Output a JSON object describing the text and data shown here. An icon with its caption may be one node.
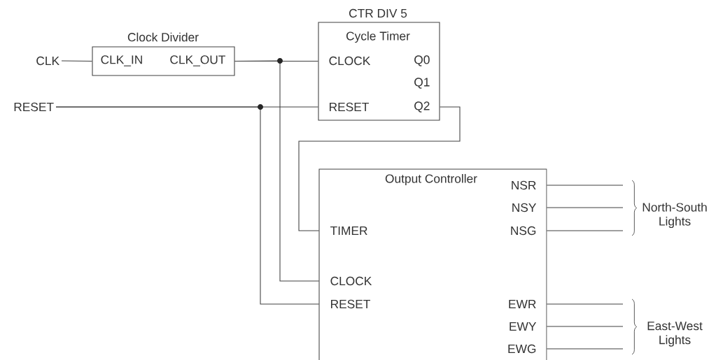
{
  "diagram": {
    "nodes": [
      {
        "text": [
          "CLK"
        ]
      },
      {
        "text": [
          "RESET"
        ]
      },
      {
        "text": [
          "Clock Divider",
          "CLK_IN",
          "CLK_OUT"
        ]
      },
      {
        "text": [
          "CTR DIV 5",
          "Cycle Timer",
          "CLOCK",
          "Q0",
          "Q1",
          "RESET",
          "Q2"
        ]
      },
      {
        "text": [
          "Output Controller",
          "TIMER",
          "CLOCK",
          "RESET",
          "NSR",
          "NSY",
          "NSG",
          "EWR",
          "EWY",
          "EWG"
        ]
      }
    ],
    "edges": [
      {
        "from": 0,
        "to": 2,
        "arrow": "none"
      },
      {
        "from": 2,
        "to": 3,
        "arrow": "none"
      },
      {
        "from": 2,
        "to": 4,
        "arrow": "none"
      },
      {
        "from": 1,
        "to": 3,
        "arrow": "none"
      },
      {
        "from": 1,
        "to": 4,
        "arrow": "none"
      },
      {
        "from": 3,
        "to": 4,
        "arrow": "none"
      },
      {
        "from": 4,
        "to": null,
        "arrow": "none"
      },
      {
        "from": 4,
        "to": null,
        "arrow": "none"
      },
      {
        "from": 4,
        "to": null,
        "arrow": "none"
      },
      {
        "from": 4,
        "to": null,
        "arrow": "none"
      },
      {
        "from": 4,
        "to": null,
        "arrow": "none"
      },
      {
        "from": 4,
        "to": null,
        "arrow": "none"
      }
    ],
    "labels": [
      "North-South Lights",
      "East-West Lights"
    ]
  }
}
